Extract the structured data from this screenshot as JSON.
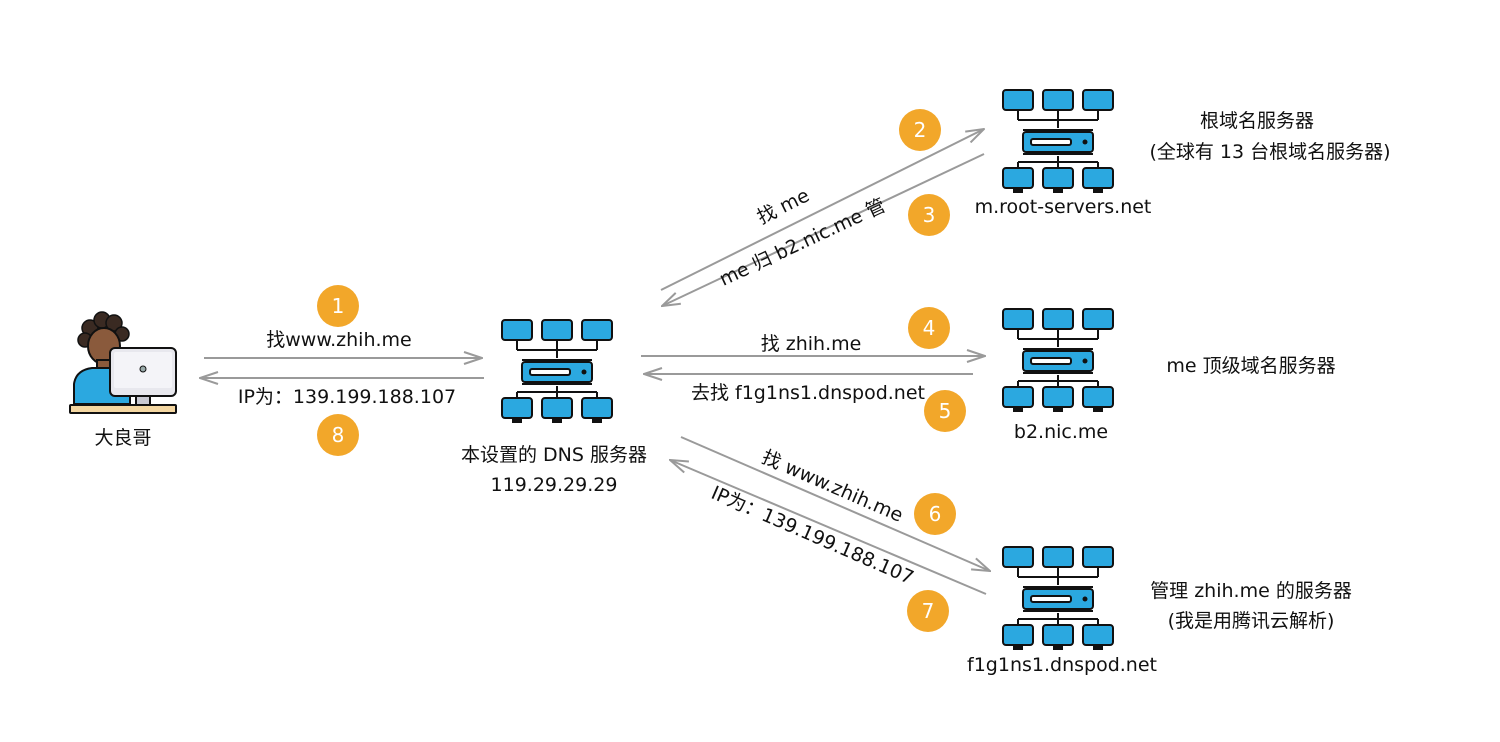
{
  "colors": {
    "arrow": "#9a9a9a",
    "badge": "#f2a72a",
    "monitor": "#2ba8e0",
    "outline": "#111111",
    "user_shirt": "#2ba8e0",
    "user_skin": "#8a5a3c",
    "user_hair": "#3a2a22"
  },
  "icons": {
    "user": "user-at-computer-icon",
    "server": "server-network-icon"
  },
  "nodes": {
    "user": {
      "label": "大良哥"
    },
    "local_dns": {
      "label": "本设置的 DNS 服务器",
      "ip": "119.29.29.29"
    },
    "root": {
      "host": "m.root-servers.net",
      "title": "根域名服务器",
      "note": "(全球有 13 台根域名服务器)"
    },
    "tld": {
      "host": "b2.nic.me",
      "title": "me 顶级域名服务器"
    },
    "auth": {
      "host": "f1g1ns1.dnspod.net",
      "title": "管理 zhih.me 的服务器",
      "note": "(我是用腾讯云解析)"
    }
  },
  "steps": [
    {
      "number": "1",
      "label": "找www.zhih.me"
    },
    {
      "number": "2",
      "label": "找 me"
    },
    {
      "number": "3",
      "label": "me 归 b2.nic.me 管"
    },
    {
      "number": "4",
      "label": "找 zhih.me"
    },
    {
      "number": "5",
      "label": "去找 f1g1ns1.dnspod.net"
    },
    {
      "number": "6",
      "label": "找 www.zhih.me"
    },
    {
      "number": "7",
      "label": "IP为：139.199.188.107"
    },
    {
      "number": "8",
      "label": "IP为：139.199.188.107"
    }
  ]
}
